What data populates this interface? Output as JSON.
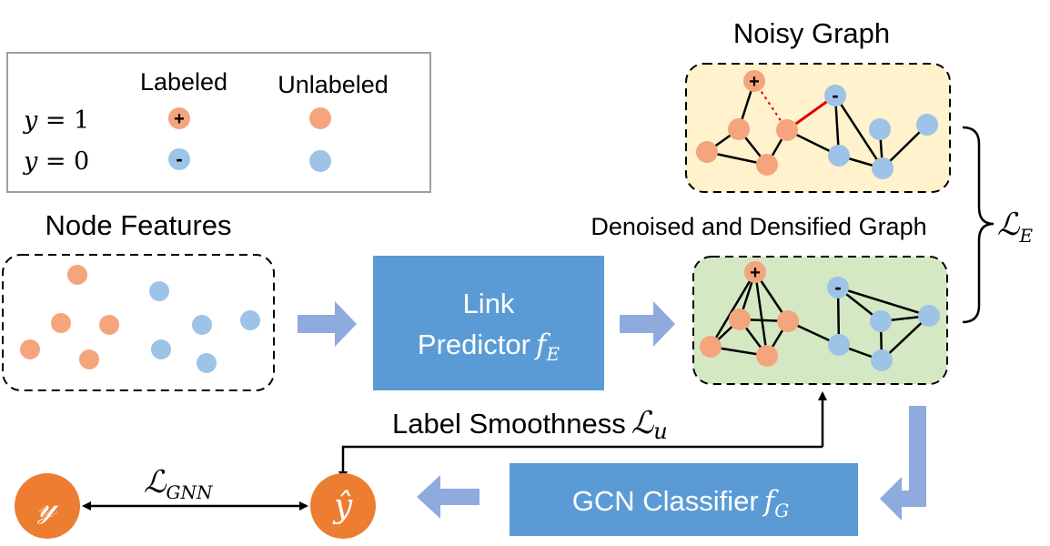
{
  "legend": {
    "header_labeled": "Labeled",
    "header_unlabeled": "Unlabeled",
    "row1_prefix": "y",
    "row1_suffix": " = 1",
    "row2_prefix": "y",
    "row2_suffix": " = 0",
    "plus_symbol": "+",
    "minus_symbol": "-"
  },
  "titles": {
    "noisy_graph": "Noisy Graph",
    "node_features": "Node Features",
    "denoised_graph": "Denoised and Densified Graph"
  },
  "link_predictor": {
    "line1": "Link",
    "line2": "Predictor",
    "fn": "f",
    "sub": "E"
  },
  "gcn_classifier": {
    "label": "GCN Classifier",
    "fn": "f",
    "sub": "G"
  },
  "loss_e": {
    "main": "ℒ",
    "sub": "E"
  },
  "label_smoothness": {
    "label": "Label Smoothness",
    "main": "ℒ",
    "sub": "u"
  },
  "loss_gnn": {
    "main": "ℒ",
    "sub": "GNN"
  },
  "outputs": {
    "y": "𝓎",
    "y_hat": "ŷ"
  },
  "colors": {
    "positive_node": "#f4a57e",
    "negative_node": "#9dc3e6",
    "process_box": "#5b9bd5",
    "arrow": "#8faadc",
    "noisy_bg": "#fff2cc",
    "denoised_bg": "#d5e8c4",
    "output_node": "#ed7d31",
    "noisy_edge": "#e00000"
  }
}
